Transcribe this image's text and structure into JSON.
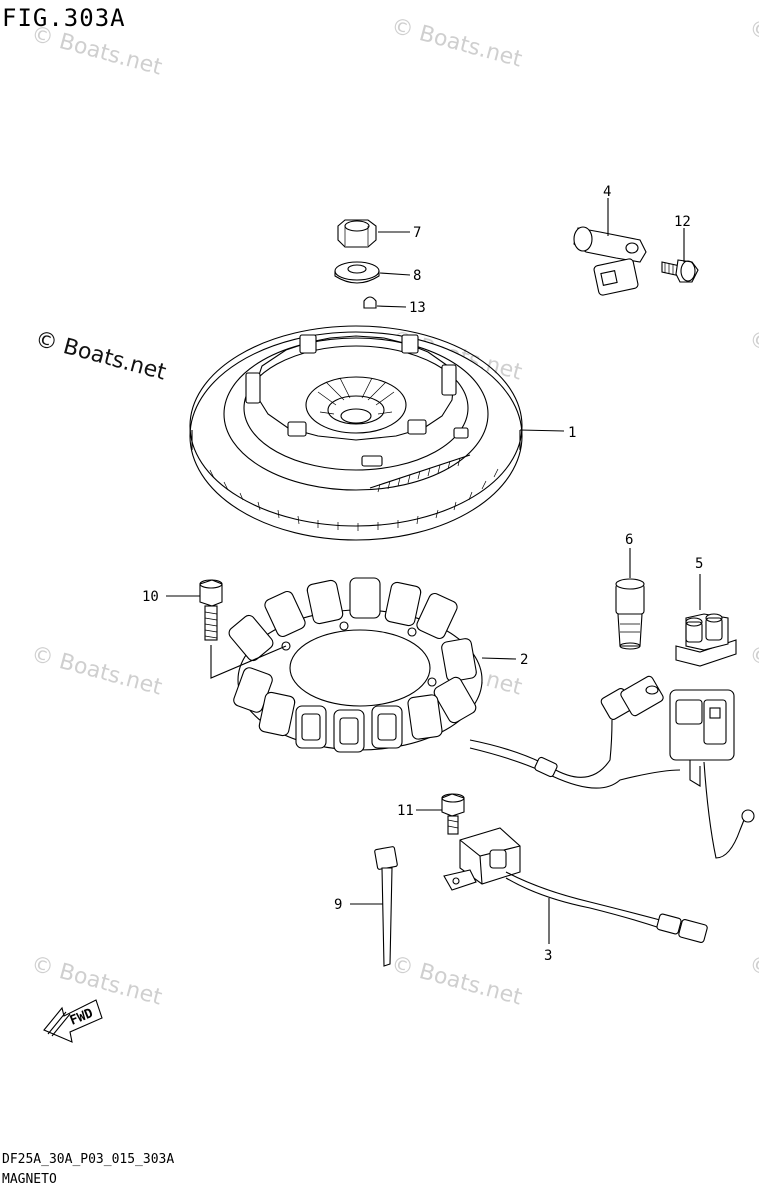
{
  "figure": {
    "title": "FIG.303A",
    "code": "DF25A_30A_P03_015_303A",
    "name": "MAGNETO"
  },
  "watermark": {
    "text": "© Boats.net",
    "color": "#cfcfcf"
  },
  "fwd_label": "FWD",
  "callouts": [
    {
      "id": "1",
      "label": "1"
    },
    {
      "id": "2",
      "label": "2"
    },
    {
      "id": "3",
      "label": "3"
    },
    {
      "id": "4",
      "label": "4"
    },
    {
      "id": "5",
      "label": "5"
    },
    {
      "id": "6",
      "label": "6"
    },
    {
      "id": "7",
      "label": "7"
    },
    {
      "id": "8",
      "label": "8"
    },
    {
      "id": "9",
      "label": "9"
    },
    {
      "id": "10",
      "label": "10"
    },
    {
      "id": "11",
      "label": "11"
    },
    {
      "id": "12",
      "label": "12"
    },
    {
      "id": "13",
      "label": "13"
    }
  ]
}
